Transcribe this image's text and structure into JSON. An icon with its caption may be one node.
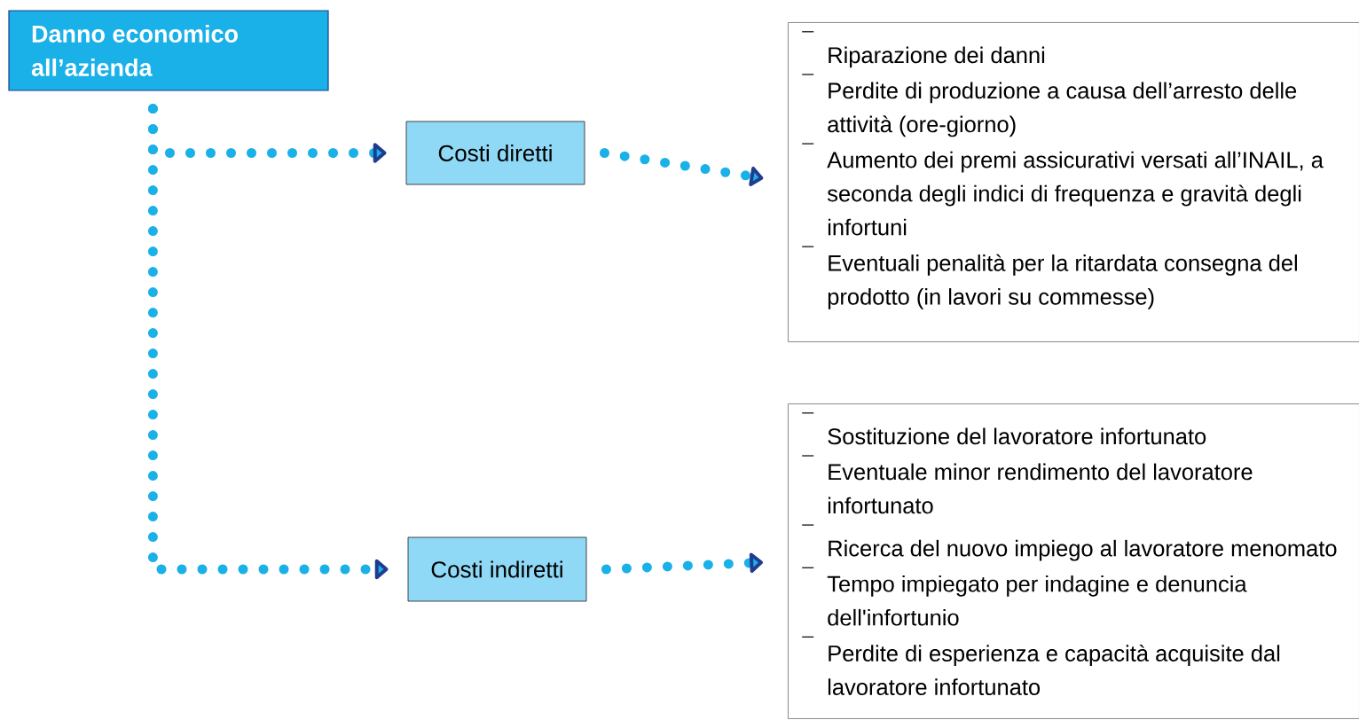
{
  "diagram": {
    "nodes": [
      {
        "text": [
          "Danno economico all’azienda"
        ]
      },
      {
        "text": [
          "Costi diretti"
        ]
      },
      {
        "text": [
          "Riparazione dei danni",
          "Perdite di produzione a causa dell’arresto delle attività (ore-giorno)",
          "Aumento dei premi assicurativi versati all’INAIL, a seconda degli indici di frequenza e gravità degli infortuni",
          "Eventuali penalità per la ritardata consegna del prodotto (in lavori su commesse)"
        ]
      },
      {
        "text": [
          "Costi indiretti"
        ]
      },
      {
        "text": [
          "Sostituzione del lavoratore infortunato",
          "Eventuale minor rendimento del lavoratore infortunato",
          "Ricerca del nuovo impiego al lavoratore menomato",
          "Tempo impiegato per indagine e denuncia dell'infortunio",
          "Perdite di esperienza e capacità acquisite dal lavoratore infortunato"
        ]
      }
    ],
    "edges": [
      {
        "from": 0,
        "to": 1,
        "arrow": "to"
      },
      {
        "from": 0,
        "to": 3,
        "arrow": "to"
      },
      {
        "from": 1,
        "to": 2,
        "arrow": "to"
      },
      {
        "from": 3,
        "to": 4,
        "arrow": "to"
      }
    ]
  }
}
